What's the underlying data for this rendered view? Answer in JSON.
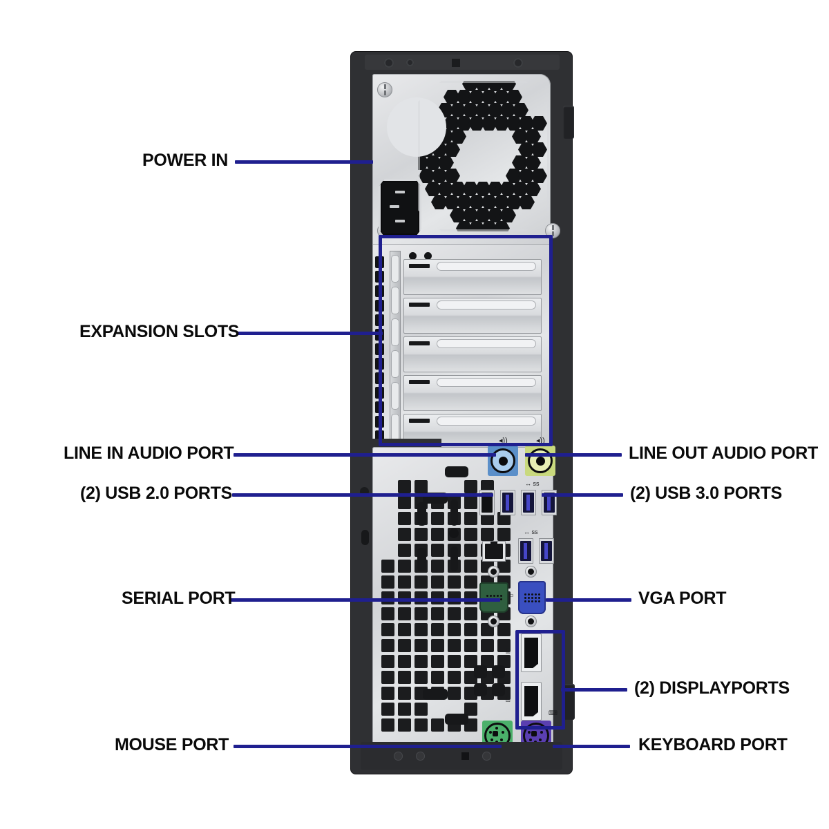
{
  "diagram": {
    "title": "Desktop PC Rear Panel Port Diagram",
    "accent_color": "#1f1f8f",
    "label_color": "#0a0a0a",
    "background_color": "#ffffff"
  },
  "labels": {
    "power_in": "POWER IN",
    "expansion_slots": "EXPANSION SLOTS",
    "line_in_audio": "LINE IN AUDIO PORT",
    "line_out_audio": "LINE OUT AUDIO PORT",
    "usb_20": "(2) USB 2.0 PORTS",
    "usb_30": "(2) USB 3.0 PORTS",
    "serial_port": "SERIAL PORT",
    "vga_port": "VGA PORT",
    "displayports": "(2) DISPLAYPORTS",
    "mouse_port": "MOUSE PORT",
    "keyboard_port": "KEYBOARD PORT"
  },
  "ports": {
    "line_in_audio": {
      "name": "line-in-audio-jack",
      "color": "#5b8fc9",
      "side": "left"
    },
    "line_out_audio": {
      "name": "line-out-audio-jack",
      "color": "#c9d97e",
      "side": "right"
    },
    "usb_20_count": "2",
    "usb_30_count": "2",
    "serial_color": "#2f5f3f",
    "vga_color": "#3a4fc0",
    "mouse_ps2_color": "#4bb06a",
    "keyboard_ps2_color": "#5a3fb0",
    "displayport_count": "2",
    "ethernet": "rj45-ethernet-port"
  },
  "highlights": {
    "expansion_slots_box": "#1f1f8f",
    "displayport_box": "#1f1f8f"
  }
}
